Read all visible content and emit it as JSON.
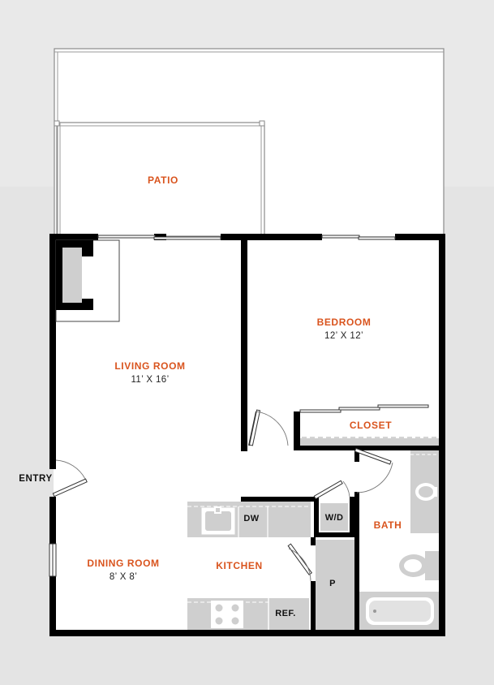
{
  "colors": {
    "background": "#e4e4e4",
    "floor": "#ffffff",
    "wall": "#000000",
    "fixture": "#cfcfcf",
    "room_label": "#d9541e",
    "fixture_label": "#111111"
  },
  "rooms": {
    "patio": {
      "name": "PATIO"
    },
    "bedroom": {
      "name": "BEDROOM",
      "size": "12’ X 12’"
    },
    "living_room": {
      "name": "LIVING ROOM",
      "size": "11’ X 16’"
    },
    "closet": {
      "name": "CLOSET"
    },
    "bath": {
      "name": "BATH"
    },
    "kitchen": {
      "name": "KITCHEN"
    },
    "dining_room": {
      "name": "DINING ROOM",
      "size": "8’ X 8’"
    }
  },
  "fixtures": {
    "dishwasher": "DW",
    "washer_dryer": "W/D",
    "pantry": "P",
    "refrigerator": "REF."
  },
  "entry": {
    "label": "ENTRY"
  },
  "icons": [
    "fireplace-icon",
    "sink-icon",
    "stove-icon",
    "toilet-icon",
    "bathtub-icon",
    "vanity-sink-icon"
  ]
}
